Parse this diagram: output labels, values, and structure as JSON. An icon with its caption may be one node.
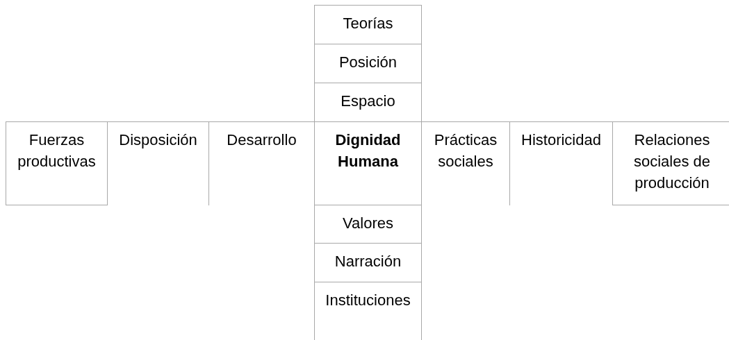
{
  "diagram": {
    "labels": [
      "Teorías",
      "Posición",
      "Espacio",
      "Fuerzas productivas",
      "Disposición",
      "Desarrollo",
      "Dignidad Humana",
      "Prácticas sociales",
      "Historicidad",
      "Relaciones sociales de producción",
      "Valores",
      "Narración",
      "Instituciones"
    ]
  }
}
